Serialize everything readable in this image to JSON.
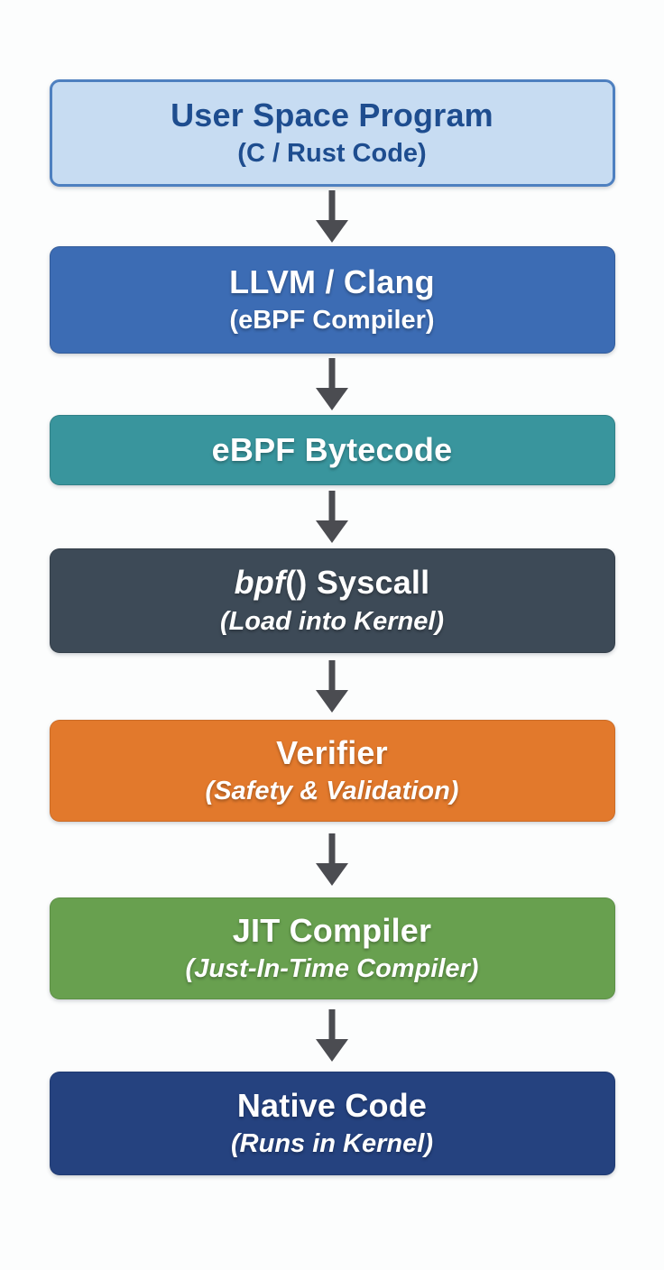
{
  "diagram": {
    "type": "vertical-flowchart",
    "background_color": "#fcfdfd",
    "arrow_color": "#4b4c51",
    "nodes": [
      {
        "id": "user-space-program",
        "title": "User Space Program",
        "subtitle": "(C / Rust Code)",
        "fill": "#c7dcf2",
        "border_color": "#4e80c0",
        "text_color": "#1e4d8f",
        "subtitle_italic": false
      },
      {
        "id": "llvm-clang",
        "title": "LLVM / Clang",
        "subtitle": "(eBPF Compiler)",
        "fill": "#3c6cb4",
        "text_color": "#ffffff",
        "subtitle_italic": false
      },
      {
        "id": "ebpf-bytecode",
        "title": "eBPF Bytecode",
        "subtitle": "",
        "fill": "#39959d",
        "text_color": "#ffffff",
        "subtitle_italic": false
      },
      {
        "id": "bpf-syscall",
        "title": "bpf() Syscall",
        "title_italic_part": "bpf",
        "title_rest_part": "() Syscall",
        "subtitle": "(Load into Kernel)",
        "fill": "#3d4a57",
        "text_color": "#ffffff",
        "subtitle_italic": true
      },
      {
        "id": "verifier",
        "title": "Verifier",
        "subtitle": "(Safety & Validation)",
        "fill": "#e2792c",
        "text_color": "#ffffff",
        "subtitle_italic": true
      },
      {
        "id": "jit-compiler",
        "title": "JIT Compiler",
        "subtitle": "(Just-In-Time Compiler)",
        "fill": "#68a04f",
        "text_color": "#ffffff",
        "subtitle_italic": true
      },
      {
        "id": "native-code",
        "title": "Native Code",
        "subtitle": "(Runs in Kernel)",
        "fill": "#25427f",
        "text_color": "#ffffff",
        "subtitle_italic": true
      }
    ],
    "edges": [
      {
        "from": "user-space-program",
        "to": "llvm-clang"
      },
      {
        "from": "llvm-clang",
        "to": "ebpf-bytecode"
      },
      {
        "from": "ebpf-bytecode",
        "to": "bpf-syscall"
      },
      {
        "from": "bpf-syscall",
        "to": "verifier"
      },
      {
        "from": "verifier",
        "to": "jit-compiler"
      },
      {
        "from": "jit-compiler",
        "to": "native-code"
      }
    ]
  }
}
